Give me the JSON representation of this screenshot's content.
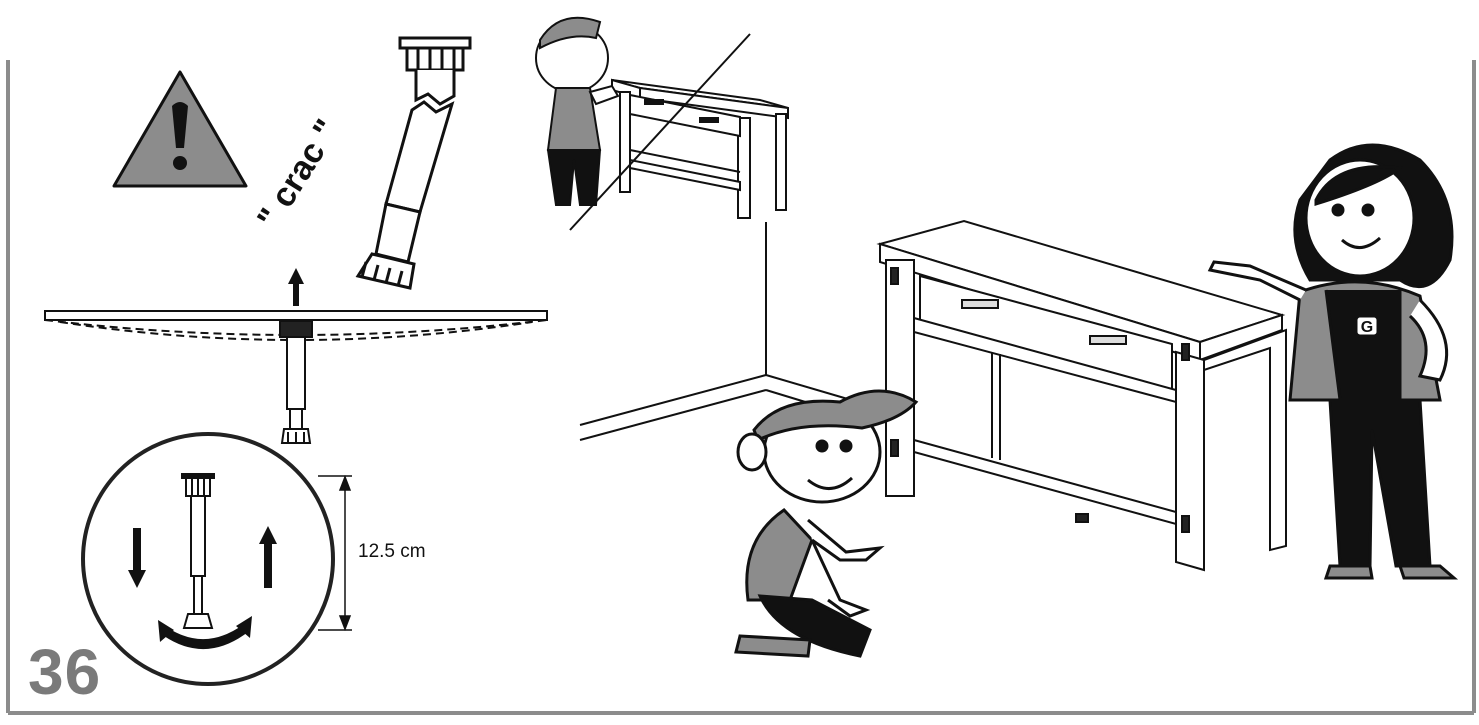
{
  "step": {
    "number": "36"
  },
  "warning": {
    "crac_text": "\" crac \""
  },
  "leveler": {
    "measure_label": "12.5 cm"
  },
  "badge": {
    "letter": "G"
  },
  "colors": {
    "frame": "#8c8c8c",
    "ink": "#111111",
    "warning_fill": "#8c8c8c",
    "shirt": "#8c8c8c",
    "number": "#7a7a7a"
  },
  "icons": [
    "warning-triangle-icon",
    "arrow-up-icon",
    "arrow-down-icon",
    "rotate-arrow-icon"
  ]
}
